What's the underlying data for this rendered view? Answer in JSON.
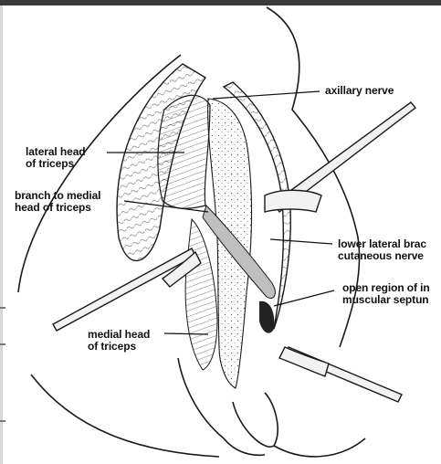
{
  "figure": {
    "labels": {
      "axillary_nerve": "axillary nerve",
      "lateral_head": "lateral head\nof triceps",
      "branch_medial": "branch to medial\nhead of triceps",
      "lower_lateral": "lower lateral brac\ncutaneous nerve",
      "open_region": "open region of in\nmuscular septun",
      "medial_head": "medial head\nof triceps"
    }
  }
}
